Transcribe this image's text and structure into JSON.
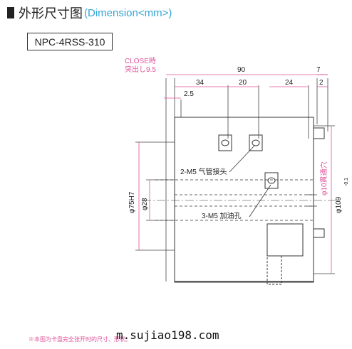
{
  "header": {
    "title_cn": "外形尺寸图",
    "title_en": "(Dimension<mm>)"
  },
  "model": "NPC-4RSS-310",
  "dims": {
    "top_total": "90",
    "top_right_7": "7",
    "right_2": "2",
    "left_34": "34",
    "mid_20": "20",
    "right_24": "24",
    "left_2_5": "2.5",
    "close_cn": "CLOSE時",
    "close_val": "突出し9.5",
    "dia75": "φ75H7",
    "dia28": "φ28",
    "dia109": "φ109",
    "dia109_tol": "-0.1",
    "thru_hole": "φ10貫通穴"
  },
  "callouts": {
    "m5_air": "2-M5 气管接头",
    "m5_oil": "3-M5 加油孔"
  },
  "footer_note": "※本图为卡盘完全张开时的尺寸、形状。",
  "watermark": "m.sujiao198.com",
  "colors": {
    "dim_pink": "#e0529a",
    "header_blue": "#35a4d6",
    "line": "#333333"
  }
}
